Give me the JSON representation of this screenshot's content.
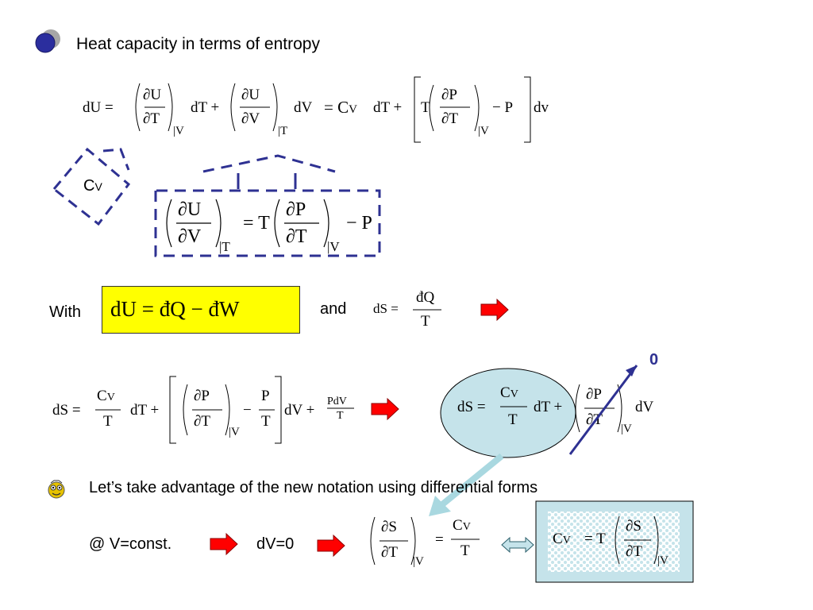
{
  "slide": {
    "title": "Heat capacity in terms of entropy",
    "cv_label": "C",
    "cv_sub": "V",
    "with_label": "With",
    "and_label": "and",
    "zero_label": "0",
    "bullet_text": "Let’s take advantage of the new notation using differential forms",
    "vconst_label": "@ V=const.",
    "dv0_label": "dV=0"
  },
  "colors": {
    "bullet": "#2b2e9e",
    "dash": "#2e3192",
    "arrow_fill": "#ff0000",
    "ellipse_fill": "#c5e3ea",
    "highlight": "#ffff00",
    "pointer": "#a9d8e0",
    "slash": "#2e3192",
    "zero": "#2e3192"
  },
  "eq1": {
    "lhs": "dU =",
    "u": "∂U",
    "t": "∂T",
    "sub_v": "|V",
    "dt": "dT +",
    "u2": "∂U",
    "v2": "∂V",
    "sub_t": "|T",
    "dv": "dV",
    "eqcv": "= C",
    "cv_sub": "V",
    "dt2": "dT +",
    "T": "T",
    "p": "∂P",
    "t3": "∂T",
    "sub_v2": "|V",
    "minusP": "− P",
    "dv2": "dv"
  },
  "eq2": {
    "u": "∂U",
    "v": "∂V",
    "sub_t": "|T",
    "eqT": "= T",
    "p": "∂P",
    "t": "∂T",
    "sub_v": "|V",
    "minusP": "− P"
  },
  "eq3": {
    "text": "dU =  đQ  −  đW"
  },
  "eq4": {
    "lhs": "dS =",
    "num": "đQ",
    "den": "T"
  },
  "eq5": {
    "lhs": "dS =",
    "cv": "C",
    "cv_sub": "V",
    "den": "T",
    "dt": "dT +",
    "p": "∂P",
    "t": "∂T",
    "sub_v": "|V",
    "minus": "−",
    "pn": "P",
    "pd": "T",
    "dv": "dV +",
    "pdv": "PdV",
    "pdv_den": "T"
  },
  "eq6": {
    "lhs": "dS =",
    "cv": "C",
    "cv_sub": "V",
    "den": "T",
    "dt": "dT +",
    "p": "∂P",
    "t": "∂T",
    "sub_v": "|V",
    "dv": "dV"
  },
  "eq7": {
    "s": "∂S",
    "t": "∂T",
    "sub_v": "|V",
    "eq": "=",
    "cv": "C",
    "cv_sub": "V",
    "den": "T"
  },
  "eq8": {
    "cv": "C",
    "cv_sub": "V",
    "eqT": "= T",
    "s": "∂S",
    "t": "∂T",
    "sub_v": "|V"
  }
}
